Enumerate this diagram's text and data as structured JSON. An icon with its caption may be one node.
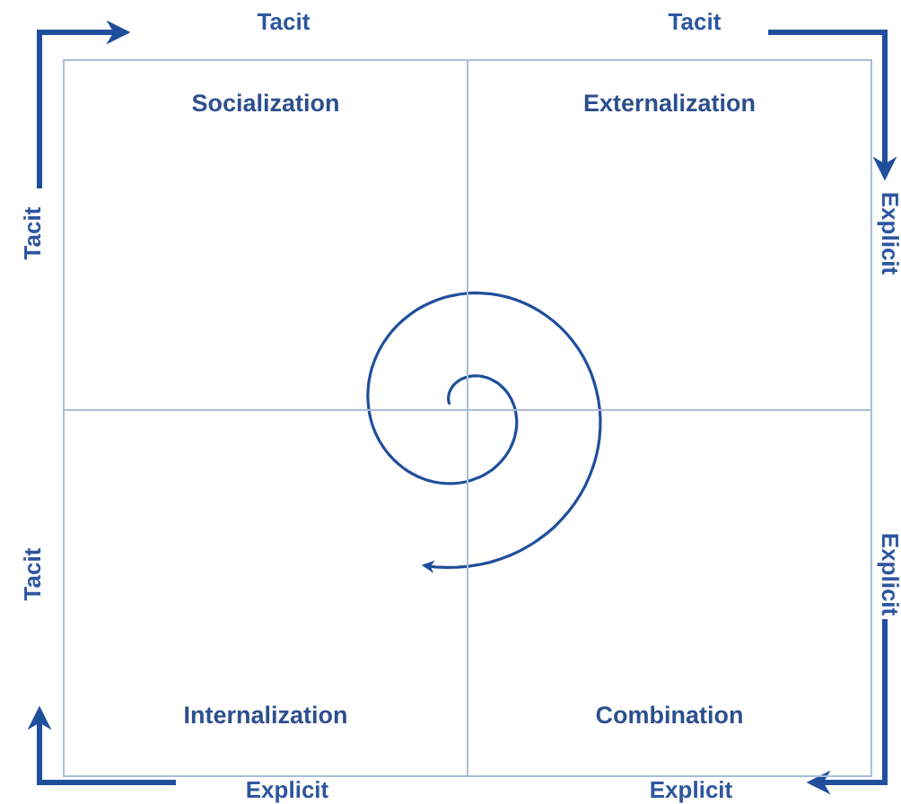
{
  "diagram": {
    "nodes": [
      {
        "text": [
          "Socialization"
        ]
      },
      {
        "text": [
          "Externalization"
        ]
      },
      {
        "text": [
          "Internalization"
        ]
      },
      {
        "text": [
          "Combination"
        ]
      },
      {
        "text": [],
        "shape": "spiral"
      }
    ],
    "labels": [
      "Tacit",
      "Tacit",
      "Tacit",
      "Explicit",
      "Tacit",
      "Explicit",
      "Explicit",
      "Explicit"
    ]
  }
}
